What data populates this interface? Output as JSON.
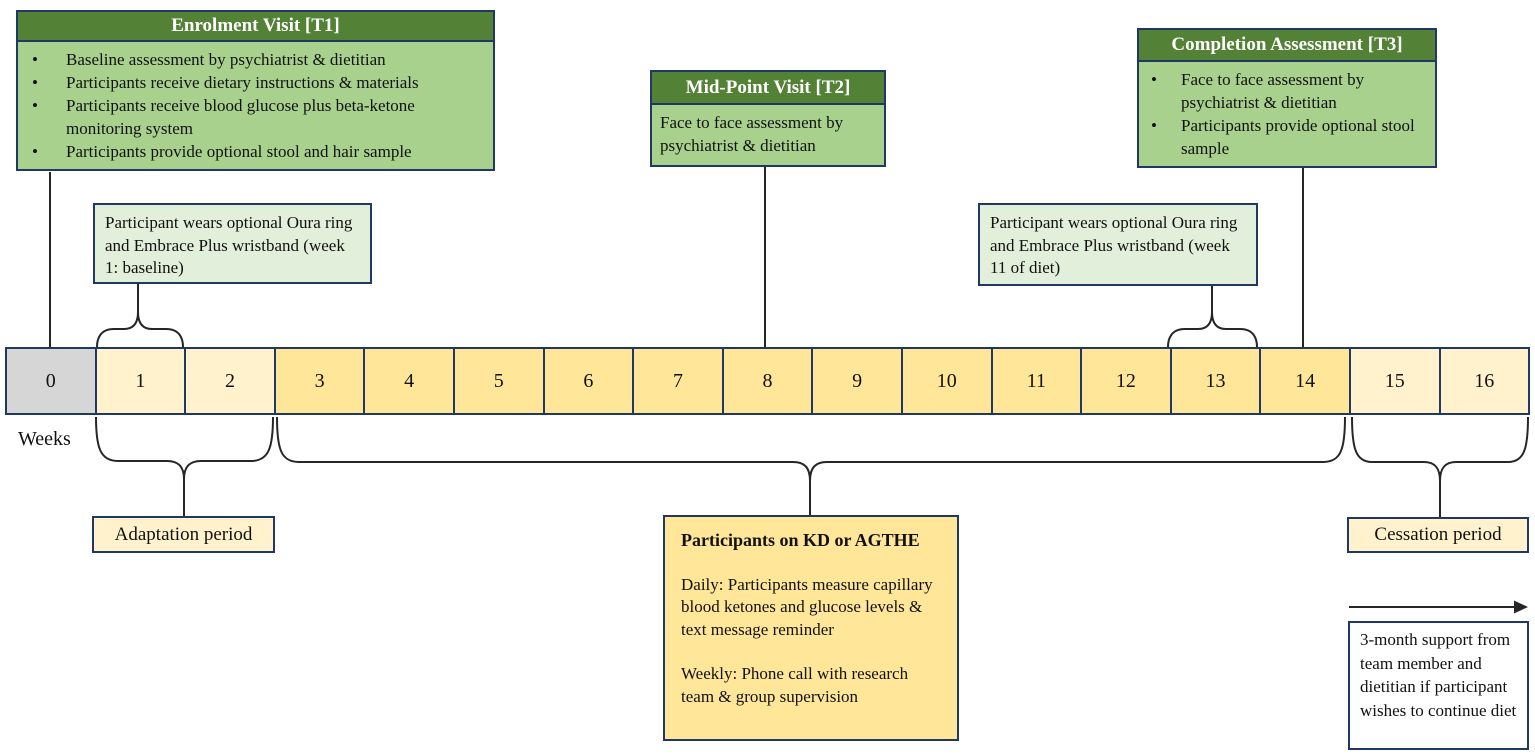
{
  "colors": {
    "header-green": "#538135",
    "body-green": "#a9d18e",
    "pale-green": "#e2efda",
    "gold": "#ffe699",
    "pale-yellow": "#fff2cc",
    "gray": "#d6d6d6",
    "border-navy": "#1f3864",
    "line-dark": "#262626"
  },
  "glyphs": {
    "bullet": "•"
  },
  "icons": {
    "arrow_right": "→"
  },
  "weeks_label": "Weeks",
  "timeline": {
    "cells": [
      {
        "label": "0"
      },
      {
        "label": "1"
      },
      {
        "label": "2"
      },
      {
        "label": "3"
      },
      {
        "label": "4"
      },
      {
        "label": "5"
      },
      {
        "label": "6"
      },
      {
        "label": "7"
      },
      {
        "label": "8"
      },
      {
        "label": "9"
      },
      {
        "label": "10"
      },
      {
        "label": "11"
      },
      {
        "label": "12"
      },
      {
        "label": "13"
      },
      {
        "label": "14"
      },
      {
        "label": "15"
      },
      {
        "label": "16"
      }
    ]
  },
  "boxes": {
    "t1": {
      "title": "Enrolment Visit [T1]",
      "bullets": [
        "Baseline assessment by psychiatrist & dietitian",
        "Participants receive dietary instructions & materials",
        "Participants receive blood glucose plus beta-ketone monitoring system",
        "Participants provide optional stool and hair sample"
      ]
    },
    "t2": {
      "title": "Mid-Point Visit [T2]",
      "body": "Face to face assessment by psychiatrist & dietitian"
    },
    "t3": {
      "title": "Completion Assessment [T3]",
      "bullets": [
        "Face to face assessment by psychiatrist & dietitian",
        "Participants provide optional stool sample"
      ]
    },
    "oura_baseline": {
      "text": "Participant wears optional Oura ring and Embrace Plus wristband (week 1: baseline)"
    },
    "oura_diet": {
      "text": "Participant wears optional Oura ring and Embrace Plus wristband (week 11 of diet)"
    },
    "adaptation": {
      "label": "Adaptation period"
    },
    "kd": {
      "title": "Participants on KD or AGTHE",
      "daily": "Daily: Participants measure capillary blood ketones and glucose levels & text message reminder",
      "weekly": "Weekly: Phone call with research team & group supervision"
    },
    "cessation": {
      "label": "Cessation period"
    },
    "support": {
      "text": "3-month support from team member and dietitian if participant wishes to continue diet"
    }
  }
}
